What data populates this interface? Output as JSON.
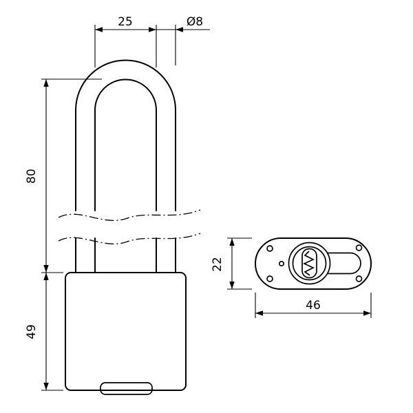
{
  "colors": {
    "line": "#000000",
    "background": "#ffffff"
  },
  "front_view": {
    "dim_shackle_width": "25",
    "dim_shackle_diameter": "Ø8",
    "dim_shackle_height": "80",
    "dim_body_height": "49"
  },
  "top_view": {
    "dim_body_depth": "22",
    "dim_body_width": "46"
  }
}
